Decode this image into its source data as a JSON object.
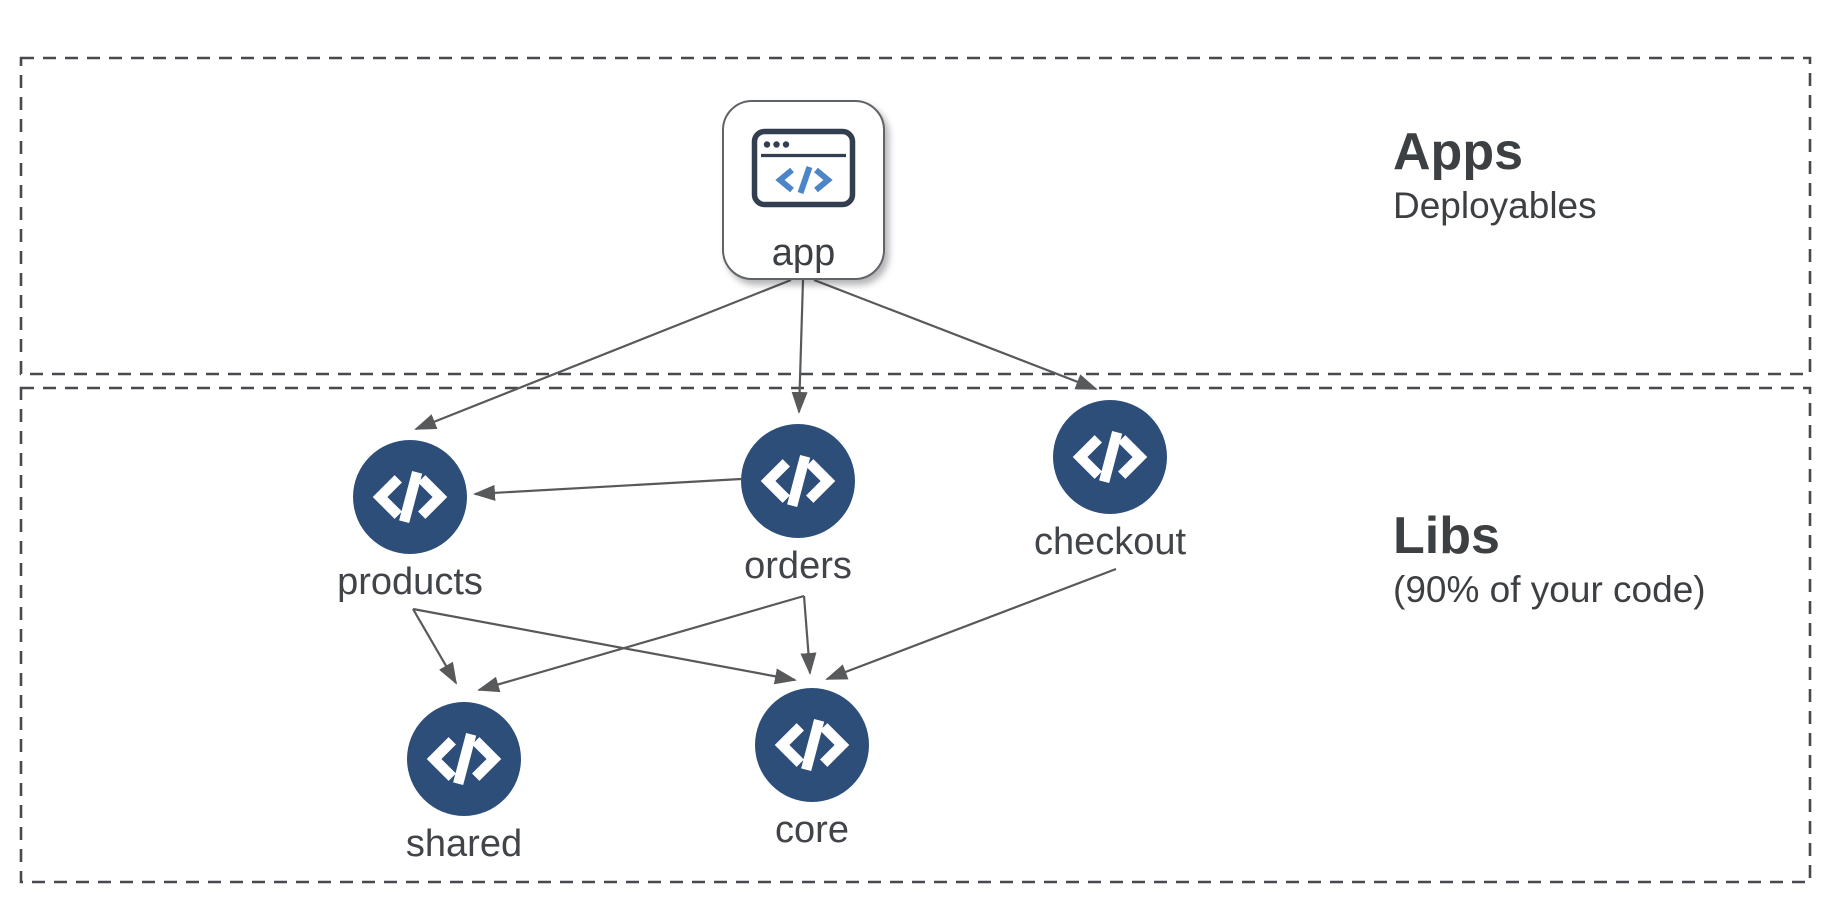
{
  "sections": {
    "apps": {
      "title": "Apps",
      "subtitle": "Deployables"
    },
    "libs": {
      "title": "Libs",
      "subtitle": "(90% of your code)"
    }
  },
  "app_node": {
    "id": "app",
    "label": "app",
    "icon": "browser-code-icon"
  },
  "lib_nodes": [
    {
      "id": "products",
      "label": "products",
      "icon": "code-icon"
    },
    {
      "id": "orders",
      "label": "orders",
      "icon": "code-icon"
    },
    {
      "id": "checkout",
      "label": "checkout",
      "icon": "code-icon"
    },
    {
      "id": "shared",
      "label": "shared",
      "icon": "code-icon"
    },
    {
      "id": "core",
      "label": "core",
      "icon": "code-icon"
    }
  ],
  "edges": [
    {
      "from": "app",
      "to": "products"
    },
    {
      "from": "app",
      "to": "orders"
    },
    {
      "from": "app",
      "to": "checkout"
    },
    {
      "from": "orders",
      "to": "products"
    },
    {
      "from": "products",
      "to": "shared"
    },
    {
      "from": "products",
      "to": "core"
    },
    {
      "from": "orders",
      "to": "shared"
    },
    {
      "from": "orders",
      "to": "core"
    },
    {
      "from": "checkout",
      "to": "core"
    }
  ],
  "colors": {
    "background": "#ffffff",
    "node_fill": "#2e4e7a",
    "node_glyph": "#ffffff",
    "arrow": "#58595b",
    "boundary_dash": "#47494c",
    "label_text": "#414449",
    "browser_icon_dark": "#333e50",
    "browser_icon_blue": "#4c86c8"
  }
}
